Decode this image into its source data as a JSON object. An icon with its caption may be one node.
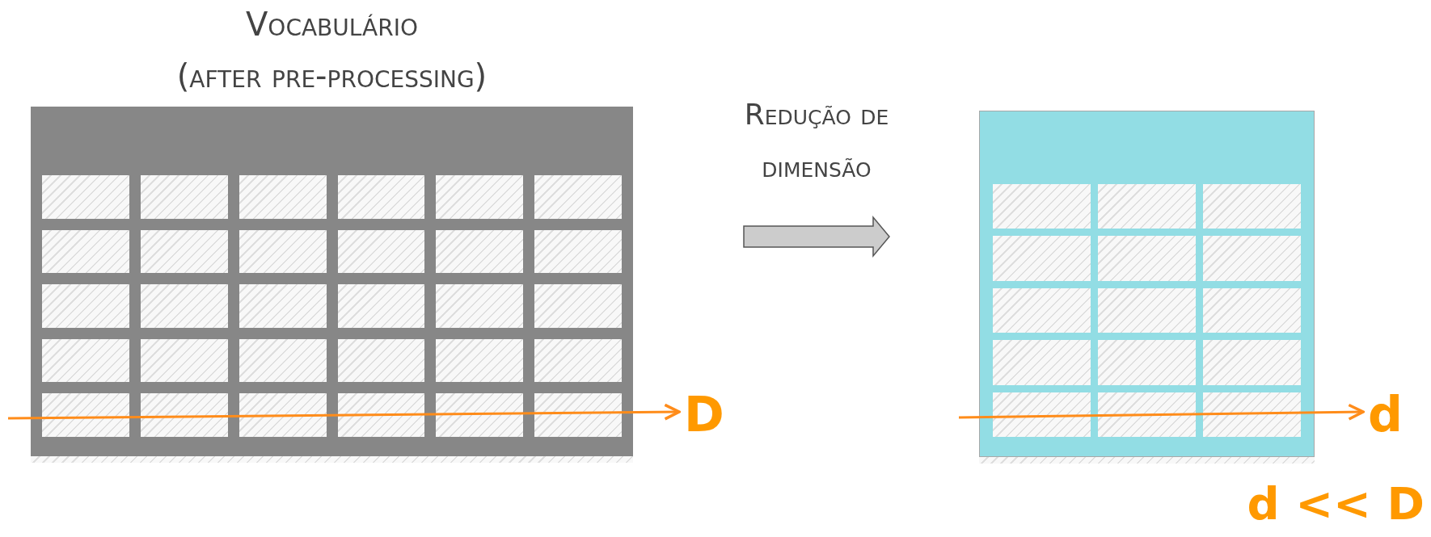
{
  "diagram": {
    "nodes": [
      {
        "text": [
          "Vocabulário (after pre-processing)"
        ]
      },
      {
        "text": [
          "D"
        ]
      },
      {
        "text": [],
        "shape": "box"
      },
      {
        "text": [
          "d"
        ]
      }
    ],
    "edges": [
      {
        "from": 0,
        "to": 2,
        "arrow": "to",
        "label": "Redução de dimensão",
        "style": "thick"
      },
      {
        "from": null,
        "to": 1,
        "arrow": "to",
        "color": "#ff8c1a"
      },
      {
        "from": null,
        "to": 3,
        "arrow": "to",
        "color": "#ff8c1a"
      }
    ],
    "labels": [
      "d << D"
    ]
  }
}
